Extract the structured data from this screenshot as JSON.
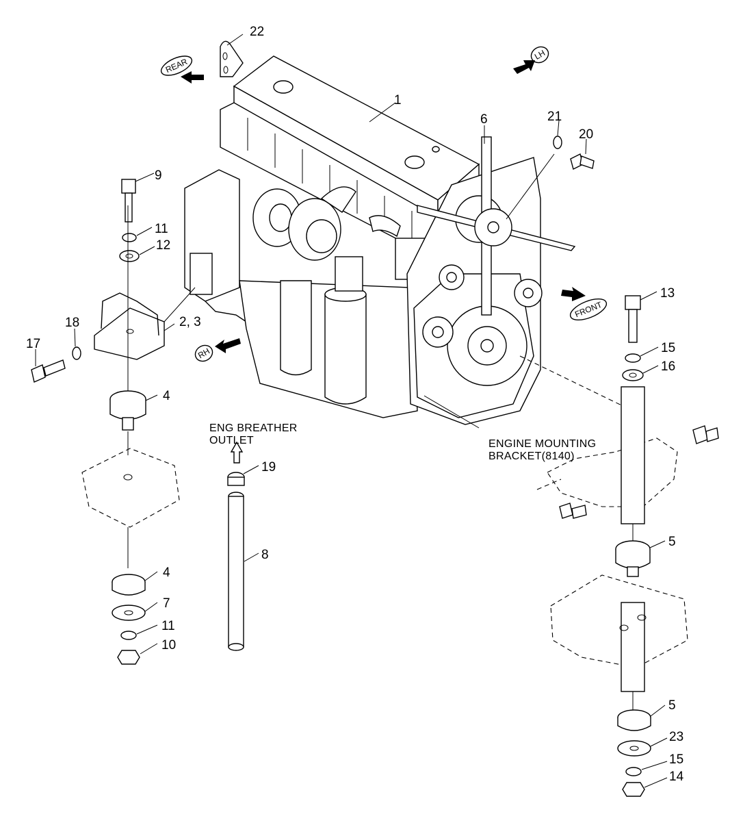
{
  "diagram": {
    "direction_labels": {
      "rear": "REAR",
      "lh": "LH",
      "rh": "RH",
      "front": "FRONT"
    },
    "notes": {
      "breather_line1": "ENG BREATHER",
      "breather_line2": "OUTLET",
      "bracket_line1": "ENGINE MOUNTING",
      "bracket_line2": "BRACKET(8140)"
    },
    "callouts": {
      "c1": "1",
      "c6": "6",
      "c21": "21",
      "c20": "20",
      "c22": "22",
      "c9": "9",
      "c11a": "11",
      "c12": "12",
      "c2_3": "2, 3",
      "c18": "18",
      "c17": "17",
      "c4a": "4",
      "c4b": "4",
      "c7": "7",
      "c11b": "11",
      "c10": "10",
      "c19": "19",
      "c8": "8",
      "c13": "13",
      "c15a": "15",
      "c16": "16",
      "c5a": "5",
      "c5b": "5",
      "c23": "23",
      "c15b": "15",
      "c14": "14"
    }
  }
}
